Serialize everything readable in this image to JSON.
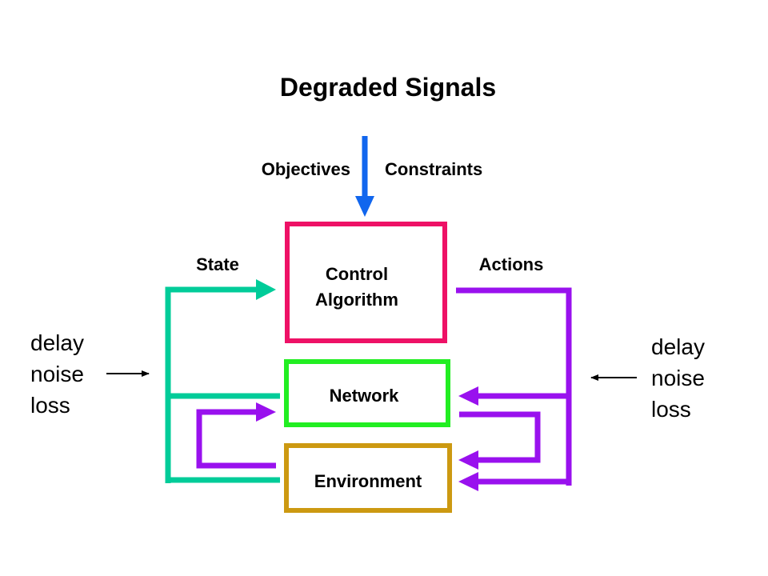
{
  "title": "Degraded Signals",
  "top_labels": {
    "objectives": "Objectives",
    "constraints": "Constraints"
  },
  "side_labels": {
    "state": "State",
    "actions": "Actions"
  },
  "boxes": {
    "control": {
      "line1": "Control",
      "line2": "Algorithm"
    },
    "network": "Network",
    "environment": "Environment"
  },
  "impairments_left": [
    "delay",
    "noise",
    "loss"
  ],
  "impairments_right": [
    "delay",
    "noise",
    "loss"
  ],
  "colors": {
    "control_border": "#ee1166",
    "network_border": "#22ee22",
    "environment_border": "#cc9911",
    "state_path": "#00cc99",
    "action_path": "#9911ee",
    "input_arrow": "#1166ee",
    "text": "#000000"
  }
}
